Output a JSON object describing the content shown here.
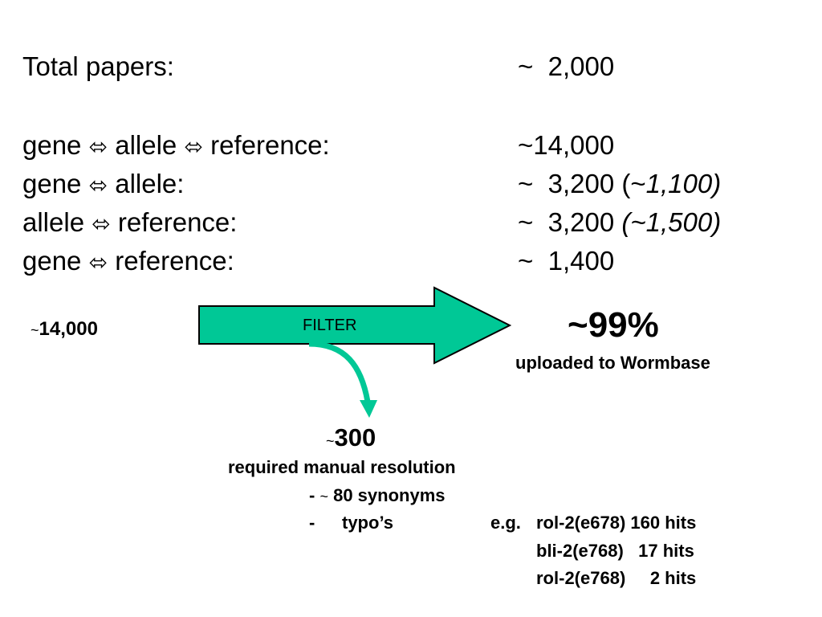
{
  "stats": {
    "total_papers": {
      "label": "Total papers:",
      "tilde": "~",
      "value": "2,000"
    },
    "rows": [
      {
        "left": "gene",
        "mid": "allele",
        "right": "reference:",
        "value": "~14,000",
        "paren": ""
      },
      {
        "left": "gene",
        "mid": "",
        "right": "allele:",
        "value": "~  3,200 (~",
        "paren": "1,100)"
      },
      {
        "left": "allele",
        "mid": "",
        "right": "reference:",
        "value": "~  3,200 ",
        "paren": "(~1,500)"
      },
      {
        "left": "gene",
        "mid": "",
        "right": "reference:",
        "value": "~  1,400",
        "paren": ""
      }
    ],
    "arrow_glyph": "⬄"
  },
  "flow": {
    "input_tilde": "~",
    "input_value": "14,000",
    "filter_label": "FILTER",
    "arrow_color": "#00c896",
    "result_percent": "~99%",
    "result_label": "uploaded to Wormbase",
    "manual_tilde": "~",
    "manual_value": "300",
    "manual_label": "required manual resolution",
    "synonyms_dash": "-",
    "synonyms_tilde": "~",
    "synonyms_text": "80 synonyms",
    "typos_dash": "-",
    "typos_label": "typo’s",
    "examples": [
      {
        "prefix": "e.g.",
        "text": "rol-2(e678) 160 hits"
      },
      {
        "prefix": "",
        "text": "bli-2(e768)   17 hits"
      },
      {
        "prefix": "",
        "text": "rol-2(e768)     2 hits"
      }
    ]
  }
}
